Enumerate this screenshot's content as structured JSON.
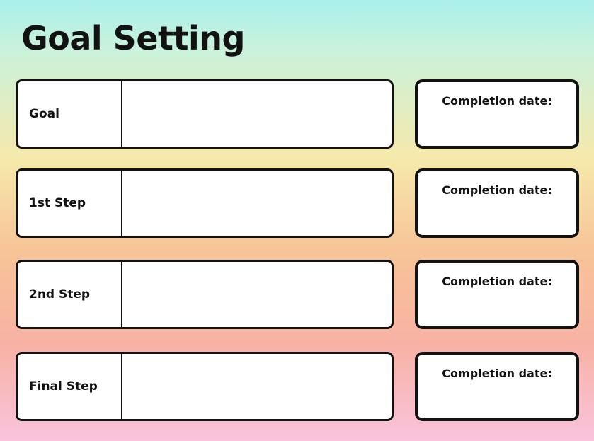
{
  "page": {
    "title": "Goal Setting",
    "text_color": "#121212",
    "box_fill": "#ffffff",
    "border_color": "#121212",
    "background_gradient": [
      "#a9f0ec",
      "#c9f2dc",
      "#f6e9ab",
      "#f7c497",
      "#f8b2a4",
      "#f9c3dc"
    ]
  },
  "rows": [
    {
      "label": "Goal",
      "value": "",
      "completion_label": "Completion date:",
      "completion_value": ""
    },
    {
      "label": "1st Step",
      "value": "",
      "completion_label": "Completion date:",
      "completion_value": ""
    },
    {
      "label": "2nd Step",
      "value": "",
      "completion_label": "Completion date:",
      "completion_value": ""
    },
    {
      "label": "Final Step",
      "value": "",
      "completion_label": "Completion date:",
      "completion_value": ""
    }
  ]
}
